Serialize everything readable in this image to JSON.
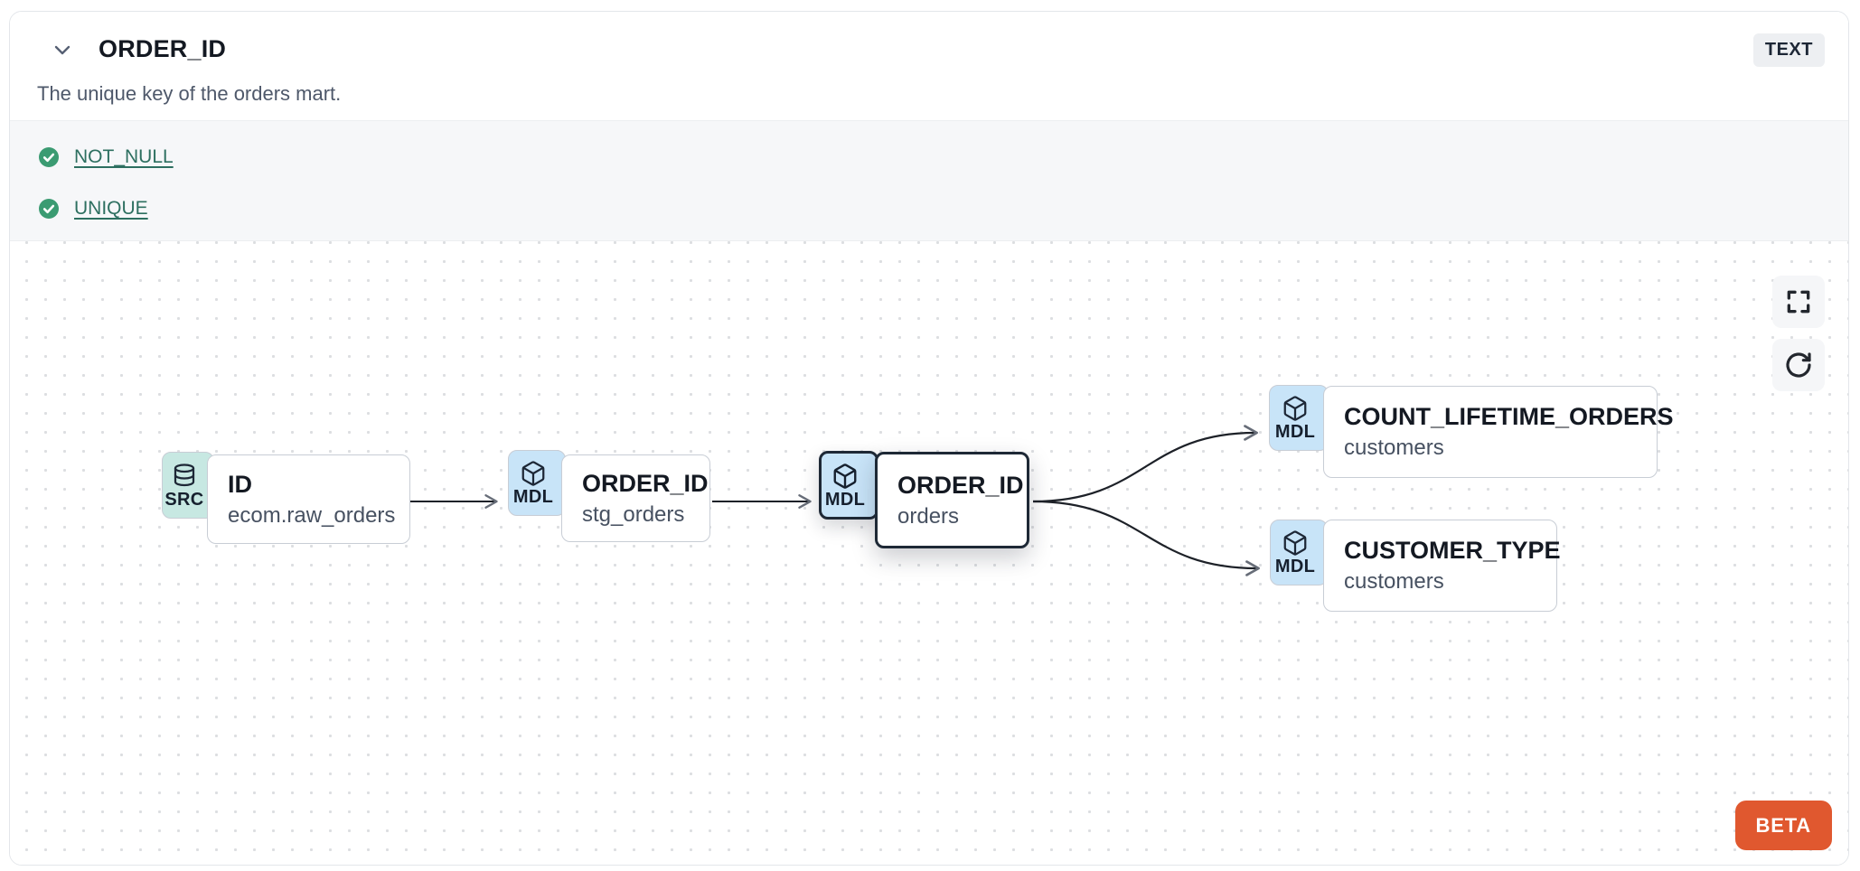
{
  "header": {
    "title": "ORDER_ID",
    "type_badge": "TEXT",
    "description": "The unique key of the orders mart."
  },
  "tests": {
    "items": [
      {
        "label": "NOT_NULL",
        "status": "pass"
      },
      {
        "label": "UNIQUE",
        "status": "pass"
      }
    ]
  },
  "lineage": {
    "nodes": [
      {
        "badge": "SRC",
        "icon": "database-icon",
        "title": "ID",
        "subtitle": "ecom.raw_orders",
        "selected": false
      },
      {
        "badge": "MDL",
        "icon": "cube-icon",
        "title": "ORDER_ID",
        "subtitle": "stg_orders",
        "selected": false
      },
      {
        "badge": "MDL",
        "icon": "cube-icon",
        "title": "ORDER_ID",
        "subtitle": "orders",
        "selected": true
      },
      {
        "badge": "MDL",
        "icon": "cube-icon",
        "title": "COUNT_LIFETIME_ORDERS",
        "subtitle": "customers",
        "selected": false
      },
      {
        "badge": "MDL",
        "icon": "cube-icon",
        "title": "CUSTOMER_TYPE",
        "subtitle": "customers",
        "selected": false
      }
    ],
    "edges": [
      {
        "from": "ID (ecom.raw_orders)",
        "to": "ORDER_ID (stg_orders)"
      },
      {
        "from": "ORDER_ID (stg_orders)",
        "to": "ORDER_ID (orders)"
      },
      {
        "from": "ORDER_ID (orders)",
        "to": "COUNT_LIFETIME_ORDERS (customers)"
      },
      {
        "from": "ORDER_ID (orders)",
        "to": "CUSTOMER_TYPE (customers)"
      }
    ],
    "controls": {
      "fullscreen": "maximize",
      "refresh": "rotate-cw"
    },
    "beta_label": "BETA"
  },
  "icons": {
    "collapse": "chevron-down",
    "test_pass": "check-circle",
    "source": "database",
    "model": "cube",
    "fullscreen": "maximize",
    "refresh": "rotate-cw"
  },
  "colors": {
    "src_badge_bg": "#c7e8e2",
    "mdl_badge_bg": "#c8e4f8",
    "node_border": "#c8cdd5",
    "selected_border": "#1e2936",
    "test_pass_green": "#3b9b72",
    "test_link": "#2d6f60",
    "beta_bg": "#e0582f",
    "edge": "#1d2128",
    "tests_bg": "#f6f7f9",
    "type_badge_bg": "#edeff2",
    "panel_border": "#e3e6ea",
    "canvas_btn_bg": "#f5f6f8"
  }
}
